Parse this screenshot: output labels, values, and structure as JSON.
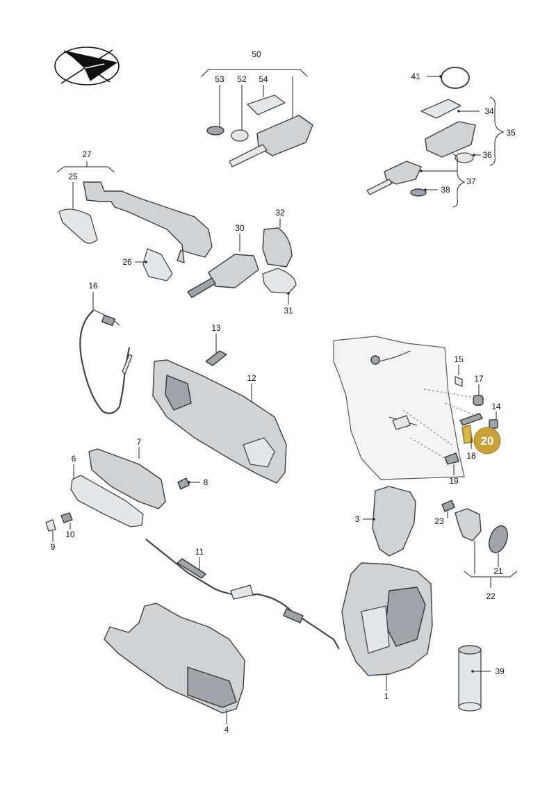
{
  "diagram": {
    "labels": {
      "l1": "1",
      "l3": "3",
      "l4": "4",
      "l6": "6",
      "l7": "7",
      "l8": "8",
      "l9": "9",
      "l10": "10",
      "l11": "11",
      "l12": "12",
      "l13": "13",
      "l14": "14",
      "l15": "15",
      "l16": "16",
      "l17": "17",
      "l18": "18",
      "l19": "19",
      "l20": "20",
      "l21": "21",
      "l22": "22",
      "l23": "23",
      "l25": "25",
      "l26": "26",
      "l27": "27",
      "l30": "30",
      "l31": "31",
      "l32": "32",
      "l34": "34",
      "l35": "35",
      "l36": "36",
      "l37": "37",
      "l38": "38",
      "l39": "39",
      "l41": "41",
      "l50": "50",
      "l52": "52",
      "l53": "53",
      "l54": "54"
    },
    "highlight_color": "#c9a137",
    "logo": "paper-plane-logo"
  }
}
